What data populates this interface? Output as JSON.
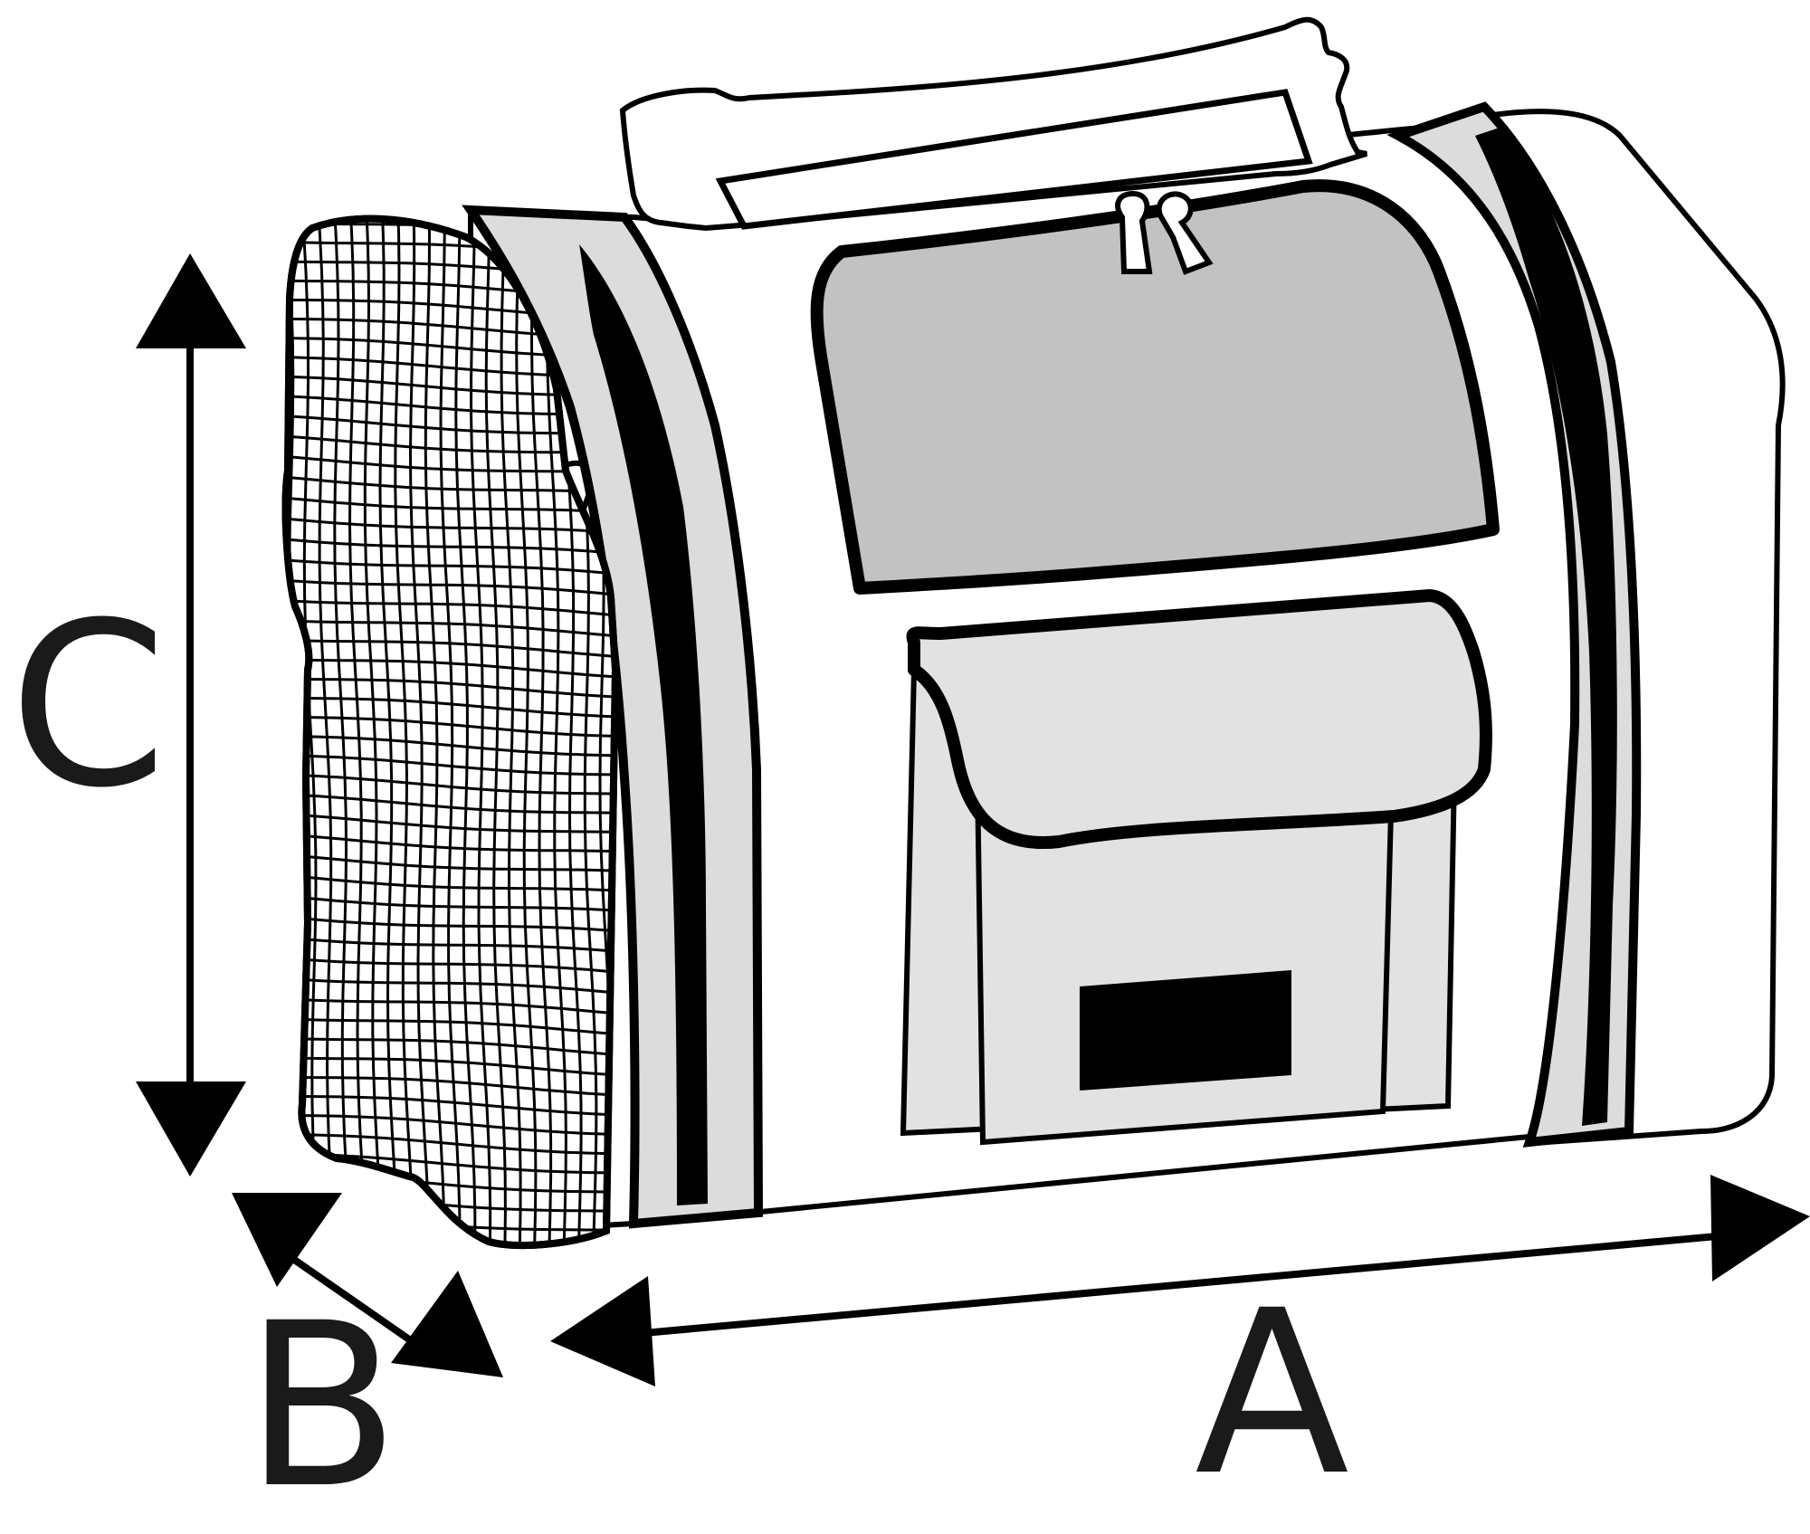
{
  "labels": {
    "length": "A",
    "depth": "B",
    "height": "C"
  },
  "colors": {
    "outline": "#000000",
    "mesh": "#000000",
    "window_fill": "#c3c2c3",
    "pocket_fill": "#e2e2e2",
    "trim_fill": "#dcdcdc",
    "body_fill": "#ffffff",
    "label_fill": "#1a1a1a"
  },
  "parts": [
    "carry-handle",
    "top-zipper-window",
    "front-pocket-flap",
    "front-pocket-label",
    "side-mesh-panel",
    "zipper-pull"
  ]
}
